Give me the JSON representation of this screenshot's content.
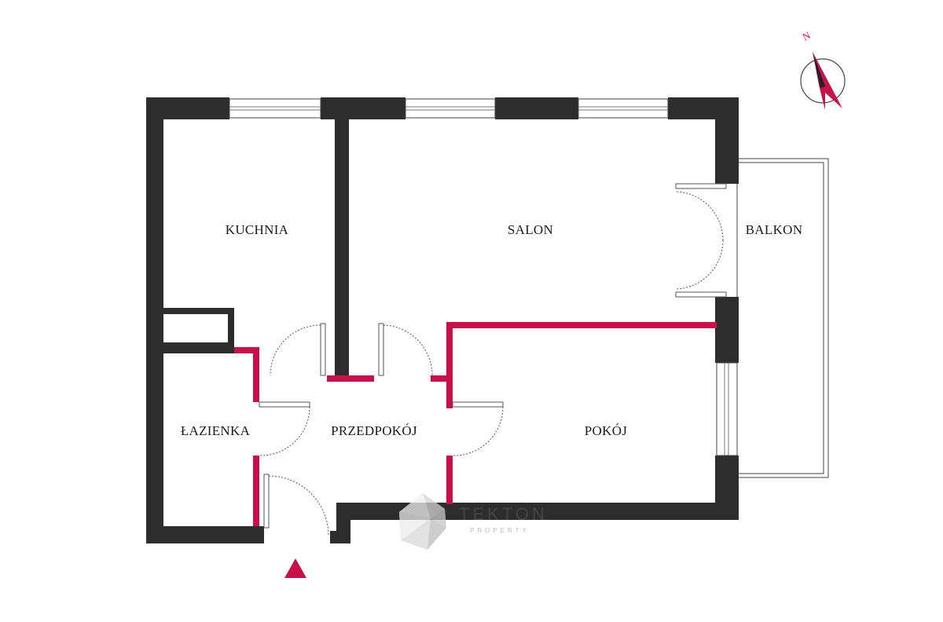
{
  "rooms": {
    "kitchen": "KUCHNIA",
    "living": "SALON",
    "balcony": "BALKON",
    "bathroom": "ŁAZIENKA",
    "hall": "PRZEDPOKÓJ",
    "room": "POKÓJ"
  },
  "compass": {
    "label": "N"
  },
  "brand": {
    "name": "TEKTON",
    "sub": "PROPERTY"
  },
  "colors": {
    "wall": "#2d2d2d",
    "accent": "#c8104a"
  }
}
